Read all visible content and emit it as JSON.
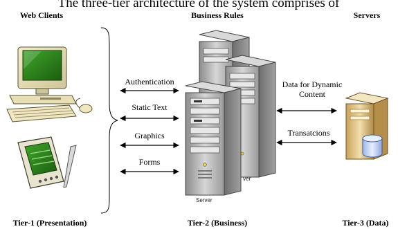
{
  "caption": "The three-tier architecture of the system comprises of",
  "headers": {
    "web_clients": "Web Clients",
    "business_rules": "Business Rules",
    "servers": "Servers"
  },
  "flows_left": {
    "authentication": "Authentication",
    "static_text": "Static Text",
    "graphics": "Graphics",
    "forms": "Forms"
  },
  "flows_right": {
    "dynamic_line1": "Data for Dynamic",
    "dynamic_line2": "Content",
    "transactions": "Transatcions"
  },
  "server_labels": {
    "front": "Server",
    "back": "ver"
  },
  "tiers": {
    "presentation": "Tier-1 (Presentation)",
    "business": "Tier-2 (Business)",
    "data": "Tier-3 (Data)"
  },
  "colors": {
    "screen": "#2e7d1a",
    "server_body": "#a8a8a8",
    "db": "#cfe0ff"
  }
}
